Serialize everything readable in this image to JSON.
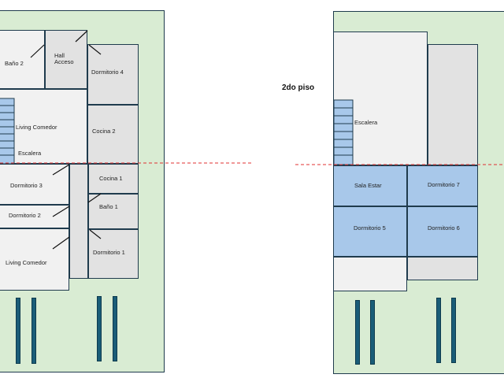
{
  "floor2": {
    "title": "2do piso"
  },
  "plan1": {
    "rooms": {
      "bano2": "Baño 2",
      "hall_line1": "Hall",
      "hall_line2": "Acceso",
      "dormitorio4": "Dormitorio 4",
      "living_comedor_upper": "Living Comedor",
      "escalera": "Escalera",
      "cocina2": "Cocina 2",
      "dormitorio3": "Dormitorio 3",
      "cocina1": "Cocina 1",
      "dormitorio2": "Dormitorio 2",
      "bano1": "Baño 1",
      "living_comedor_lower": "Living Comedor",
      "dormitorio1": "Dormitorio 1"
    }
  },
  "plan2": {
    "rooms": {
      "escalera": "Escalera",
      "sala_estar": "Sala Estar",
      "dormitorio7": "Dormitorio 7",
      "dormitorio5": "Dormitorio 5",
      "dormitorio6": "Dormitorio 6"
    }
  },
  "colors": {
    "lot": "#d9ecd3",
    "room": "#f1f1f1",
    "room_dark": "#e2e2e2",
    "room_blue": "#a8c8ea",
    "wall": "#1f3b4d",
    "pillar": "#1a5d78",
    "section_line": "#e03030"
  }
}
